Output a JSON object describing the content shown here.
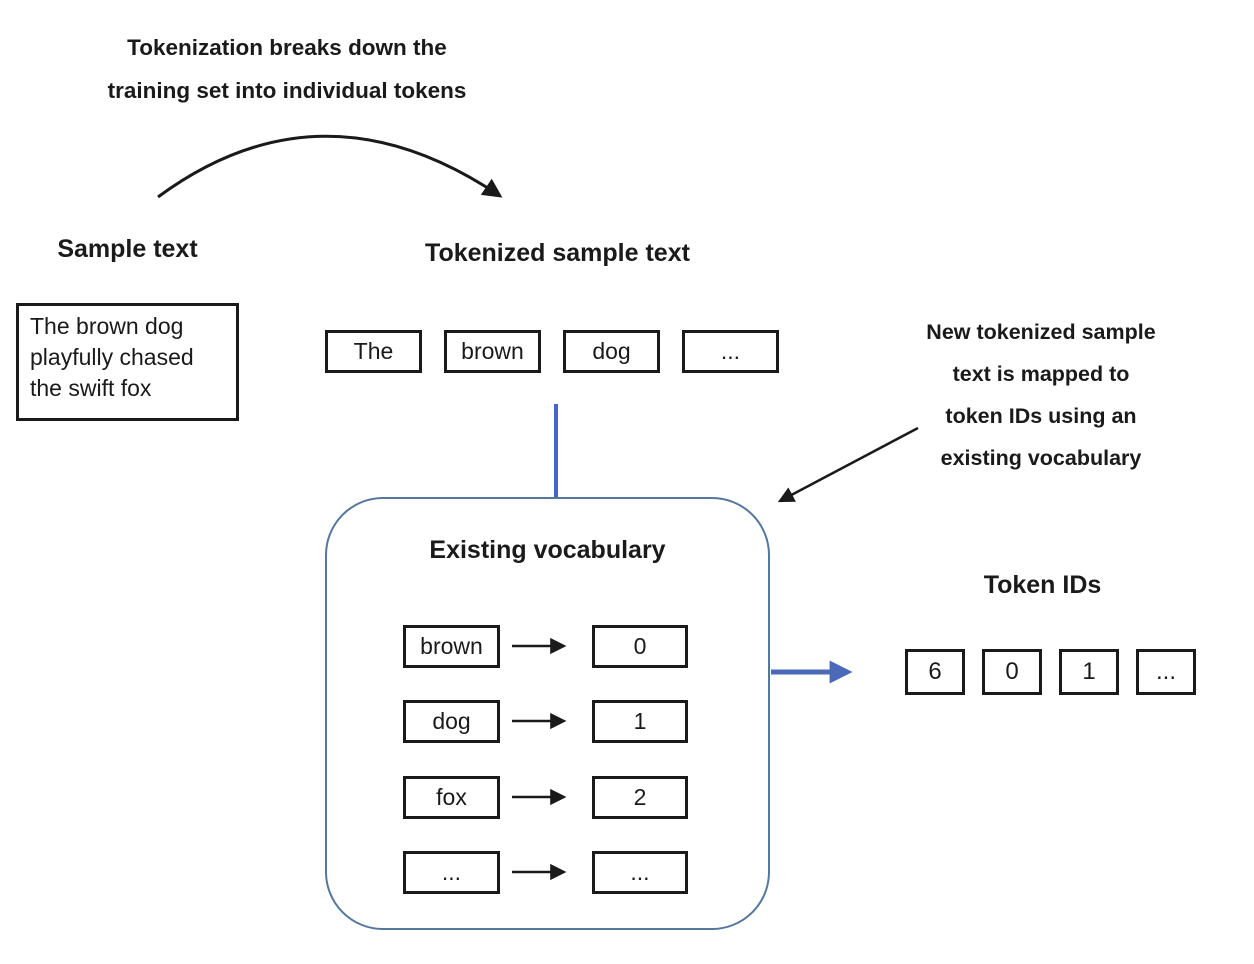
{
  "colors": {
    "background": "#ffffff",
    "ink": "#1a1a1a",
    "blue_connector": "#4565c8",
    "blue_arrow": "#4a69b8",
    "container_border": "#54779c"
  },
  "annotations": {
    "top": {
      "lines": [
        "Tokenization breaks down the",
        "training set into individual tokens"
      ]
    },
    "right": {
      "lines": [
        "New tokenized sample",
        "text is mapped to",
        "token IDs using an",
        "existing vocabulary"
      ]
    }
  },
  "sample": {
    "heading": "Sample text",
    "text": "The brown dog playfully chased the swift fox"
  },
  "tokenized": {
    "heading": "Tokenized sample text",
    "tokens": [
      "The",
      "brown",
      "dog",
      "..."
    ]
  },
  "vocabulary": {
    "heading": "Existing vocabulary",
    "entries": [
      {
        "token": "brown",
        "id": "0"
      },
      {
        "token": "dog",
        "id": "1"
      },
      {
        "token": "fox",
        "id": "2"
      },
      {
        "token": "...",
        "id": "..."
      }
    ]
  },
  "token_ids": {
    "heading": "Token IDs",
    "values": [
      "6",
      "0",
      "1",
      "..."
    ]
  }
}
